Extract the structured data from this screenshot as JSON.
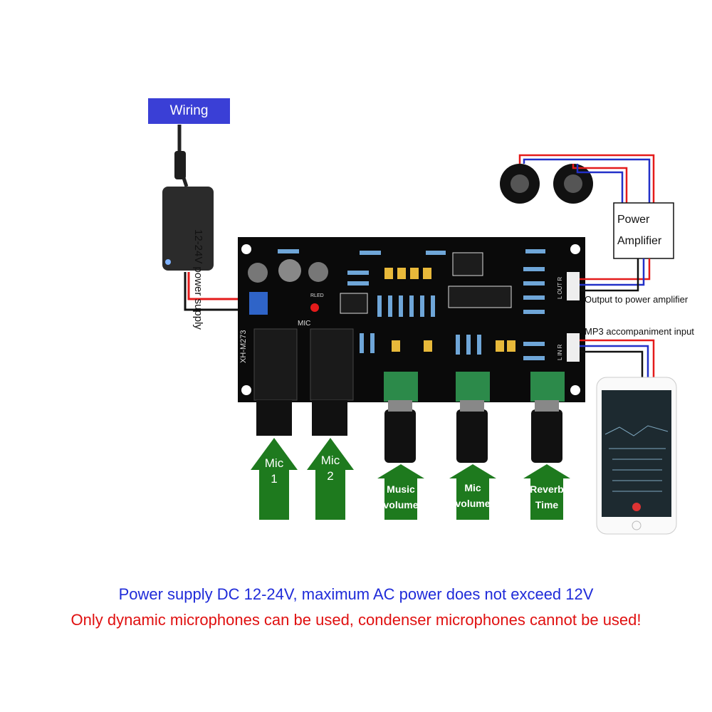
{
  "wiring_label": "Wiring",
  "power_supply_label": "12-24V power supply",
  "amplifier_label": [
    "Power",
    "Amplifier"
  ],
  "output_label": "Output to power amplifier",
  "input_label": "MP3 accompaniment input",
  "board": {
    "model": "XH-M273",
    "mic_label": "MIC",
    "led_label": "RLED",
    "out_label": "L OUT R",
    "in_label": "L IN R"
  },
  "controls": [
    {
      "line1": "Mic",
      "line2": "1"
    },
    {
      "line1": "Mic",
      "line2": "2"
    },
    {
      "line1": "Music",
      "line2": "volume"
    },
    {
      "line1": "Mic",
      "line2": "volume"
    },
    {
      "line1": "Reverb",
      "line2": "Time"
    }
  ],
  "footer": {
    "line1": "Power supply DC 12-24V, maximum AC power does not exceed 12V",
    "line2": "Only dynamic microphones can be used, condenser microphones cannot be used!"
  },
  "colors": {
    "wiring_tag": "#3a3fd6",
    "arrow": "#1e7a1e",
    "footer_blue": "#1f2bd9",
    "footer_red": "#e01010",
    "board": "#0a0a0a",
    "wire_red": "#e41b1b",
    "wire_blue": "#2230c8"
  }
}
